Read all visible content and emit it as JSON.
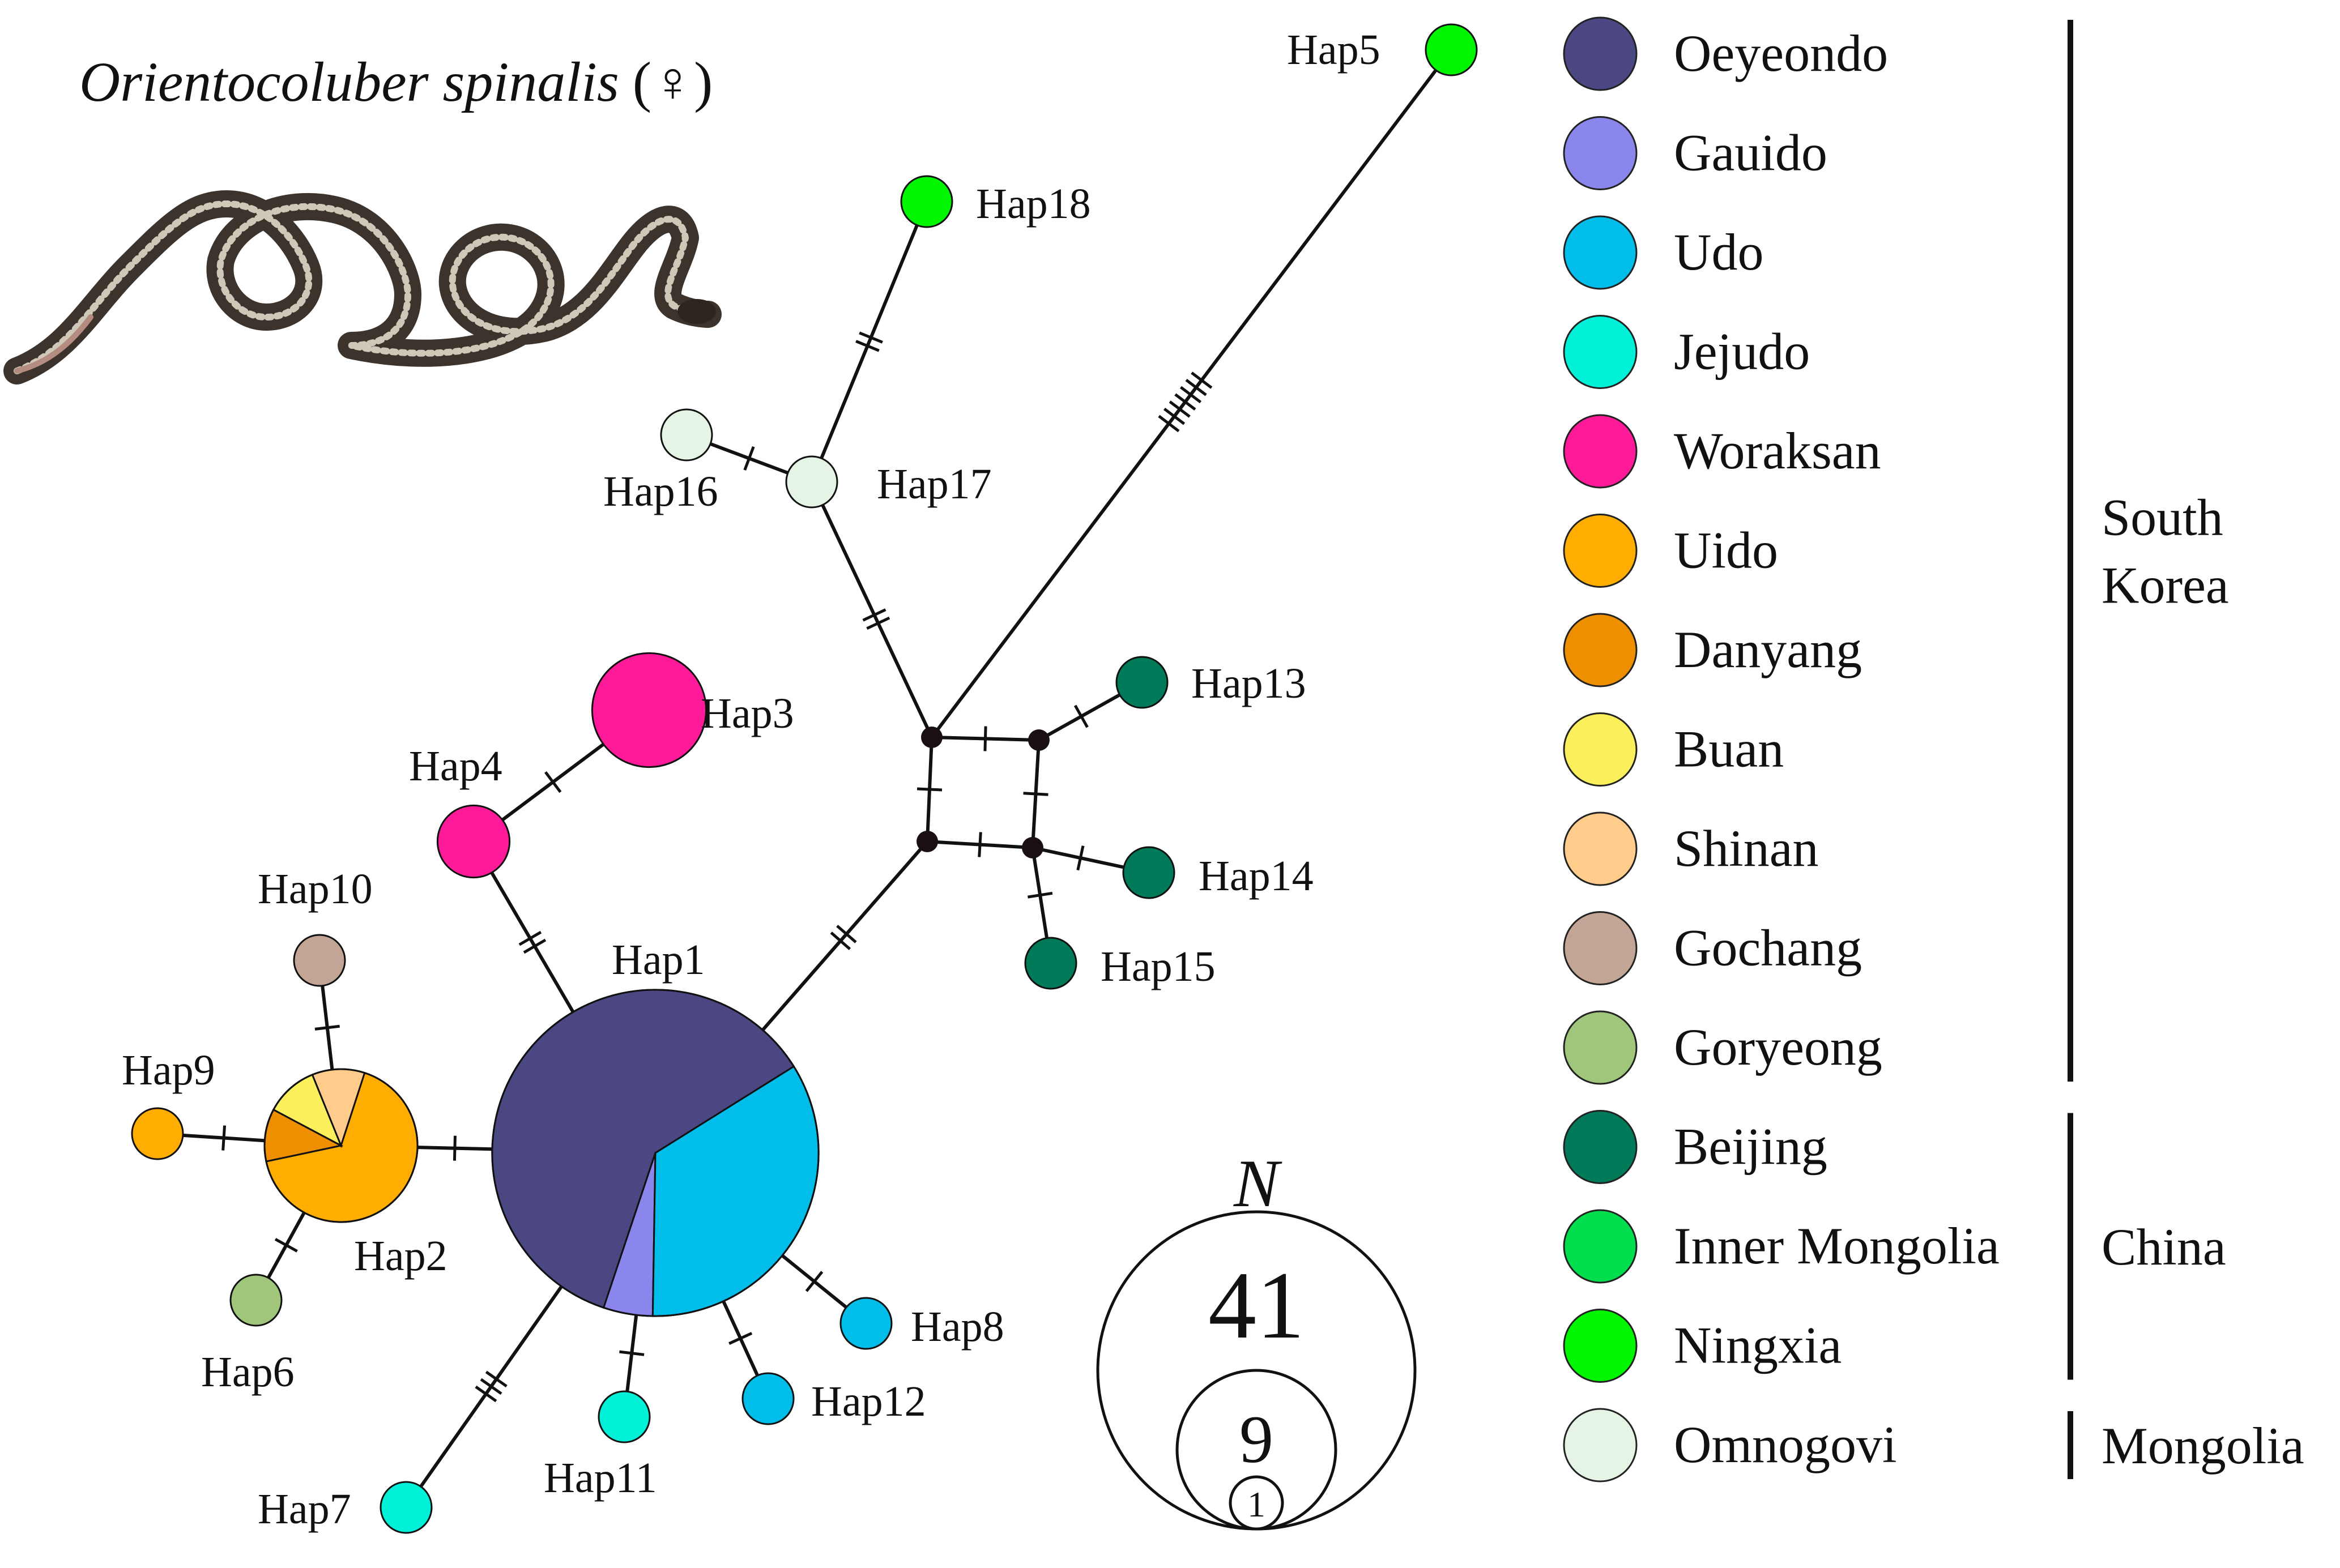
{
  "figure": {
    "species_title": "Orientocoluber spinalis",
    "sex_symbol": "(♀)",
    "photo_icon": "snake-photo-icon"
  },
  "populations": [
    {
      "key": "oeyeondo",
      "name": "Oeyeondo",
      "color": "#4a4782"
    },
    {
      "key": "gauido",
      "name": "Gauido",
      "color": "#8a86ec"
    },
    {
      "key": "udo",
      "name": "Udo",
      "color": "#00bde9"
    },
    {
      "key": "jejudo",
      "name": "Jejudo",
      "color": "#00f0d8"
    },
    {
      "key": "woraksan",
      "name": "Woraksan",
      "color": "#ff1a9a"
    },
    {
      "key": "uido",
      "name": "Uido",
      "color": "#ffad00"
    },
    {
      "key": "danyang",
      "name": "Danyang",
      "color": "#ee8f00"
    },
    {
      "key": "buan",
      "name": "Buan",
      "color": "#fbf05c"
    },
    {
      "key": "shinan",
      "name": "Shinan",
      "color": "#ffcc8c"
    },
    {
      "key": "gochang",
      "name": "Gochang",
      "color": "#c3a595"
    },
    {
      "key": "goryeong",
      "name": "Goryeong",
      "color": "#9fc67a"
    },
    {
      "key": "beijing",
      "name": "Beijing",
      "color": "#007a58"
    },
    {
      "key": "inner_mongolia",
      "name": "Inner Mongolia",
      "color": "#00de4d"
    },
    {
      "key": "ningxia",
      "name": "Ningxia",
      "color": "#00f500"
    },
    {
      "key": "omnogovi",
      "name": "Omnogovi",
      "color": "#e5f4e4"
    }
  ],
  "regions": [
    {
      "name_lines": [
        "South",
        "Korea"
      ],
      "from": "oeyeondo",
      "to": "goryeong"
    },
    {
      "name_lines": [
        "China"
      ],
      "from": "beijing",
      "to": "ningxia"
    },
    {
      "name_lines": [
        "Mongolia"
      ],
      "from": "omnogovi",
      "to": "omnogovi"
    }
  ],
  "haplotypes": [
    {
      "id": "Hap1",
      "label": "Hap1",
      "n": 41,
      "composition": [
        {
          "pop": "oeyeondo",
          "count": 25
        },
        {
          "pop": "gauido",
          "count": 2
        },
        {
          "pop": "udo",
          "count": 14
        }
      ]
    },
    {
      "id": "Hap2",
      "label": "Hap2",
      "n": 9,
      "composition": [
        {
          "pop": "uido",
          "count": 6
        },
        {
          "pop": "danyang",
          "count": 1
        },
        {
          "pop": "buan",
          "count": 1
        },
        {
          "pop": "shinan",
          "count": 1
        }
      ]
    },
    {
      "id": "Hap3",
      "label": "Hap3",
      "n": 5,
      "composition": [
        {
          "pop": "woraksan",
          "count": 5
        }
      ]
    },
    {
      "id": "Hap4",
      "label": "Hap4",
      "n": 2,
      "composition": [
        {
          "pop": "woraksan",
          "count": 2
        }
      ]
    },
    {
      "id": "Hap5",
      "label": "Hap5",
      "n": 1,
      "composition": [
        {
          "pop": "ningxia",
          "count": 1
        }
      ]
    },
    {
      "id": "Hap6",
      "label": "Hap6",
      "n": 1,
      "composition": [
        {
          "pop": "goryeong",
          "count": 1
        }
      ]
    },
    {
      "id": "Hap7",
      "label": "Hap7",
      "n": 1,
      "composition": [
        {
          "pop": "jejudo",
          "count": 1
        }
      ]
    },
    {
      "id": "Hap8",
      "label": "Hap8",
      "n": 1,
      "composition": [
        {
          "pop": "udo",
          "count": 1
        }
      ]
    },
    {
      "id": "Hap9",
      "label": "Hap9",
      "n": 1,
      "composition": [
        {
          "pop": "uido",
          "count": 1
        }
      ]
    },
    {
      "id": "Hap10",
      "label": "Hap10",
      "n": 1,
      "composition": [
        {
          "pop": "gochang",
          "count": 1
        }
      ]
    },
    {
      "id": "Hap11",
      "label": "Hap11",
      "n": 1,
      "composition": [
        {
          "pop": "jejudo",
          "count": 1
        }
      ]
    },
    {
      "id": "Hap12",
      "label": "Hap12",
      "n": 1,
      "composition": [
        {
          "pop": "udo",
          "count": 1
        }
      ]
    },
    {
      "id": "Hap13",
      "label": "Hap13",
      "n": 1,
      "composition": [
        {
          "pop": "beijing",
          "count": 1
        }
      ]
    },
    {
      "id": "Hap14",
      "label": "Hap14",
      "n": 1,
      "composition": [
        {
          "pop": "beijing",
          "count": 1
        }
      ]
    },
    {
      "id": "Hap15",
      "label": "Hap15",
      "n": 1,
      "composition": [
        {
          "pop": "beijing",
          "count": 1
        }
      ]
    },
    {
      "id": "Hap16",
      "label": "Hap16",
      "n": 1,
      "composition": [
        {
          "pop": "omnogovi",
          "count": 1
        }
      ]
    },
    {
      "id": "Hap17",
      "label": "Hap17",
      "n": 1,
      "composition": [
        {
          "pop": "omnogovi",
          "count": 1
        }
      ]
    },
    {
      "id": "Hap18",
      "label": "Hap18",
      "n": 1,
      "composition": [
        {
          "pop": "ningxia",
          "count": 1
        }
      ]
    }
  ],
  "edges": [
    {
      "from": "Hap1",
      "to": "Hap2",
      "mutations": 1
    },
    {
      "from": "Hap1",
      "to": "Hap4",
      "mutations": 2
    },
    {
      "from": "Hap4",
      "to": "Hap3",
      "mutations": 1
    },
    {
      "from": "Hap1",
      "to": "Hap7",
      "mutations": 3
    },
    {
      "from": "Hap1",
      "to": "Hap11",
      "mutations": 1
    },
    {
      "from": "Hap1",
      "to": "Hap12",
      "mutations": 1
    },
    {
      "from": "Hap1",
      "to": "Hap8",
      "mutations": 1
    },
    {
      "from": "Hap1",
      "to": "mv1",
      "mutations": 2
    },
    {
      "from": "Hap2",
      "to": "Hap9",
      "mutations": 1
    },
    {
      "from": "Hap2",
      "to": "Hap10",
      "mutations": 1
    },
    {
      "from": "Hap2",
      "to": "Hap6",
      "mutations": 1
    },
    {
      "from": "mv1",
      "to": "mv2",
      "mutations": 1
    },
    {
      "from": "mv1",
      "to": "mv4",
      "mutations": 1
    },
    {
      "from": "mv2",
      "to": "mv3",
      "mutations": 1
    },
    {
      "from": "mv4",
      "to": "mv3",
      "mutations": 1
    },
    {
      "from": "mv4",
      "to": "Hap17",
      "mutations": 2
    },
    {
      "from": "mv4",
      "to": "Hap5",
      "mutations": 7
    },
    {
      "from": "mv3",
      "to": "Hap13",
      "mutations": 1
    },
    {
      "from": "mv2",
      "to": "Hap14",
      "mutations": 1
    },
    {
      "from": "mv2",
      "to": "Hap15",
      "mutations": 1
    },
    {
      "from": "Hap17",
      "to": "Hap16",
      "mutations": 1
    },
    {
      "from": "Hap17",
      "to": "Hap18",
      "mutations": 2
    }
  ],
  "size_key": {
    "title": "N",
    "values": [
      41,
      9,
      1
    ]
  }
}
